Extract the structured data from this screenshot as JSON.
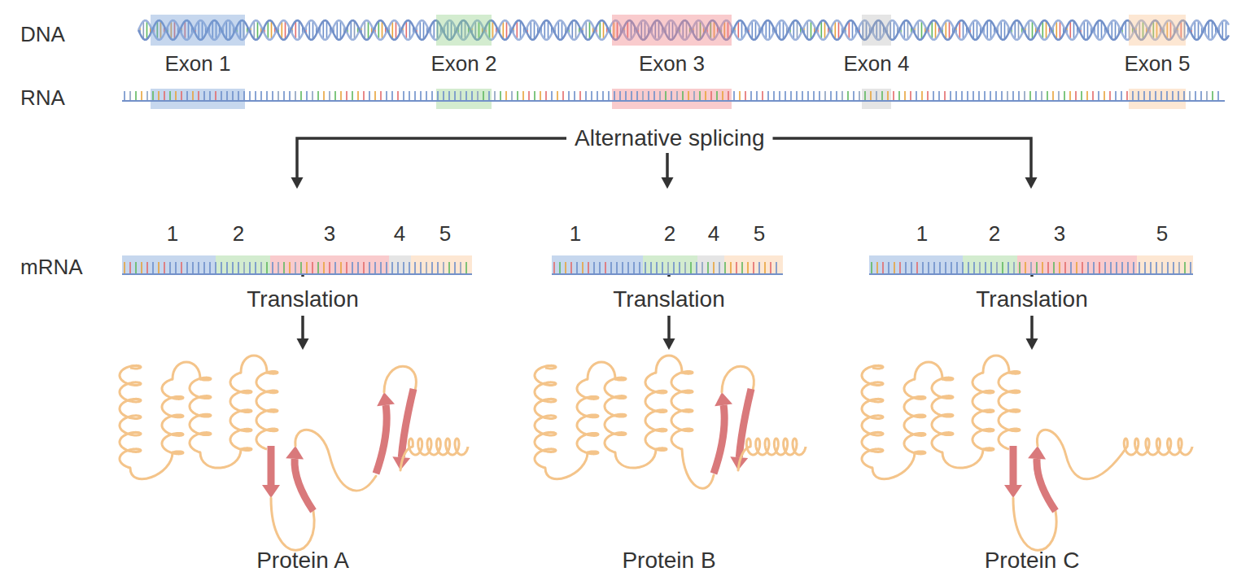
{
  "diagram": {
    "nodes": [
      {
        "text": [
          "Exon 1"
        ]
      },
      {
        "text": [
          "Exon 2"
        ]
      },
      {
        "text": [
          "Exon 3"
        ]
      },
      {
        "text": [
          "Exon 4"
        ]
      },
      {
        "text": [
          "Exon 5"
        ]
      },
      {
        "text": [
          "Alternative splicing"
        ]
      },
      {
        "text": [
          "1",
          "2",
          "3",
          "4",
          "5"
        ]
      },
      {
        "text": [
          "1",
          "2",
          "4",
          "5"
        ]
      },
      {
        "text": [
          "1",
          "2",
          "3",
          "5"
        ]
      },
      {
        "text": [
          "Protein A"
        ]
      },
      {
        "text": [
          "Protein B"
        ]
      },
      {
        "text": [
          "Protein C"
        ]
      }
    ],
    "edges": [
      {
        "from": 5,
        "to": 6,
        "arrow": "to"
      },
      {
        "from": 5,
        "to": 7,
        "arrow": "to"
      },
      {
        "from": 5,
        "to": 8,
        "arrow": "to"
      },
      {
        "from": 6,
        "to": 9,
        "label": "Translation",
        "arrow": "to"
      },
      {
        "from": 7,
        "to": 10,
        "label": "Translation",
        "arrow": "to"
      },
      {
        "from": 8,
        "to": 11,
        "label": "Translation",
        "arrow": "to"
      }
    ],
    "labels": [
      "DNA",
      "RNA",
      "mRNA"
    ]
  }
}
